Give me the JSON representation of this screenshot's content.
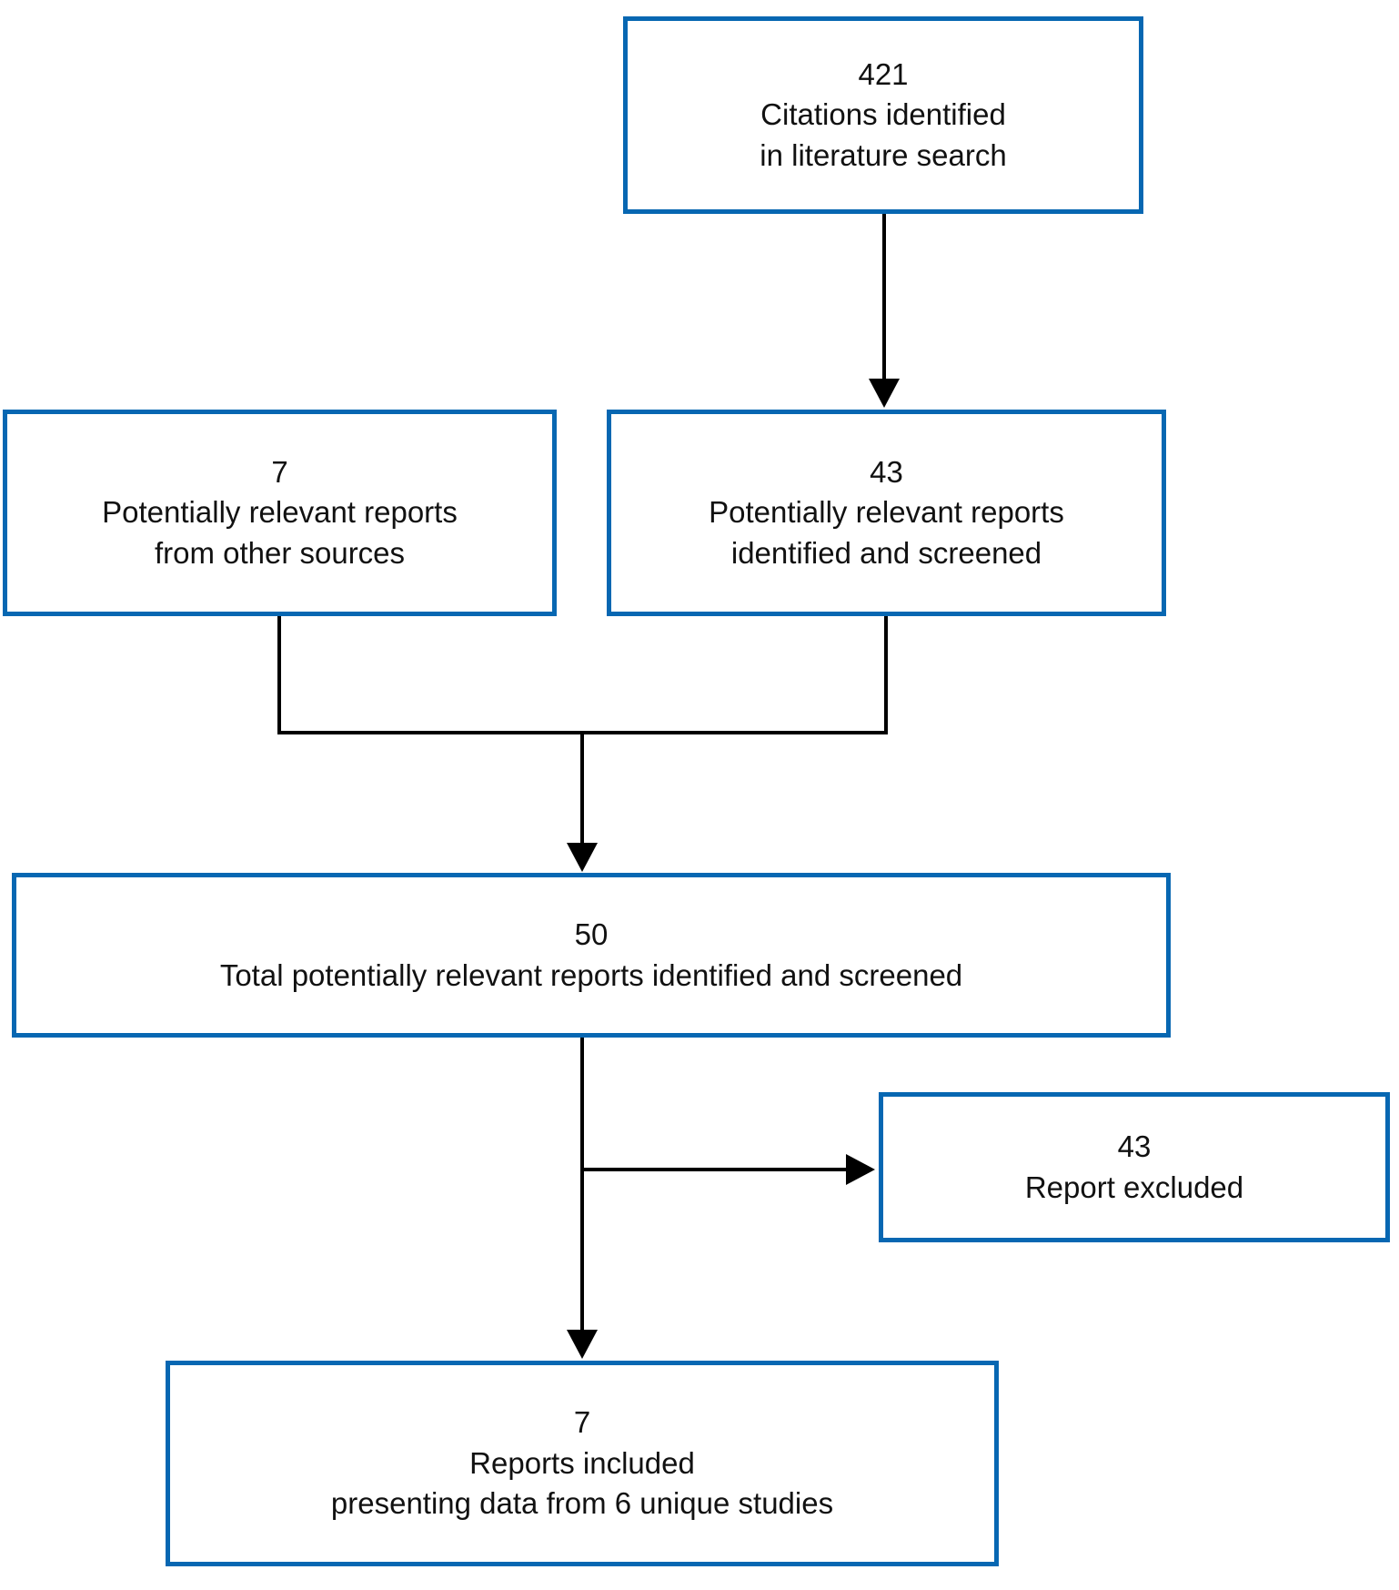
{
  "colors": {
    "box_border": "#0767B2",
    "box_fill": "#ffffff",
    "connector": "#000000",
    "text": "#111111",
    "background": "#ffffff"
  },
  "boxes": {
    "citations": {
      "number": "421",
      "lines": [
        "Citations identified",
        "in literature search"
      ]
    },
    "other_sources": {
      "number": "7",
      "lines": [
        "Potentially relevant reports",
        "from other sources"
      ]
    },
    "screened": {
      "number": "43",
      "lines": [
        "Potentially relevant reports",
        "identified and screened"
      ]
    },
    "total": {
      "number": "50",
      "lines": [
        "Total potentially relevant reports identified and screened"
      ]
    },
    "excluded": {
      "number": "43",
      "lines": [
        "Report excluded"
      ]
    },
    "included": {
      "number": "7",
      "lines": [
        "Reports included",
        "presenting data from 6 unique studies"
      ]
    }
  }
}
